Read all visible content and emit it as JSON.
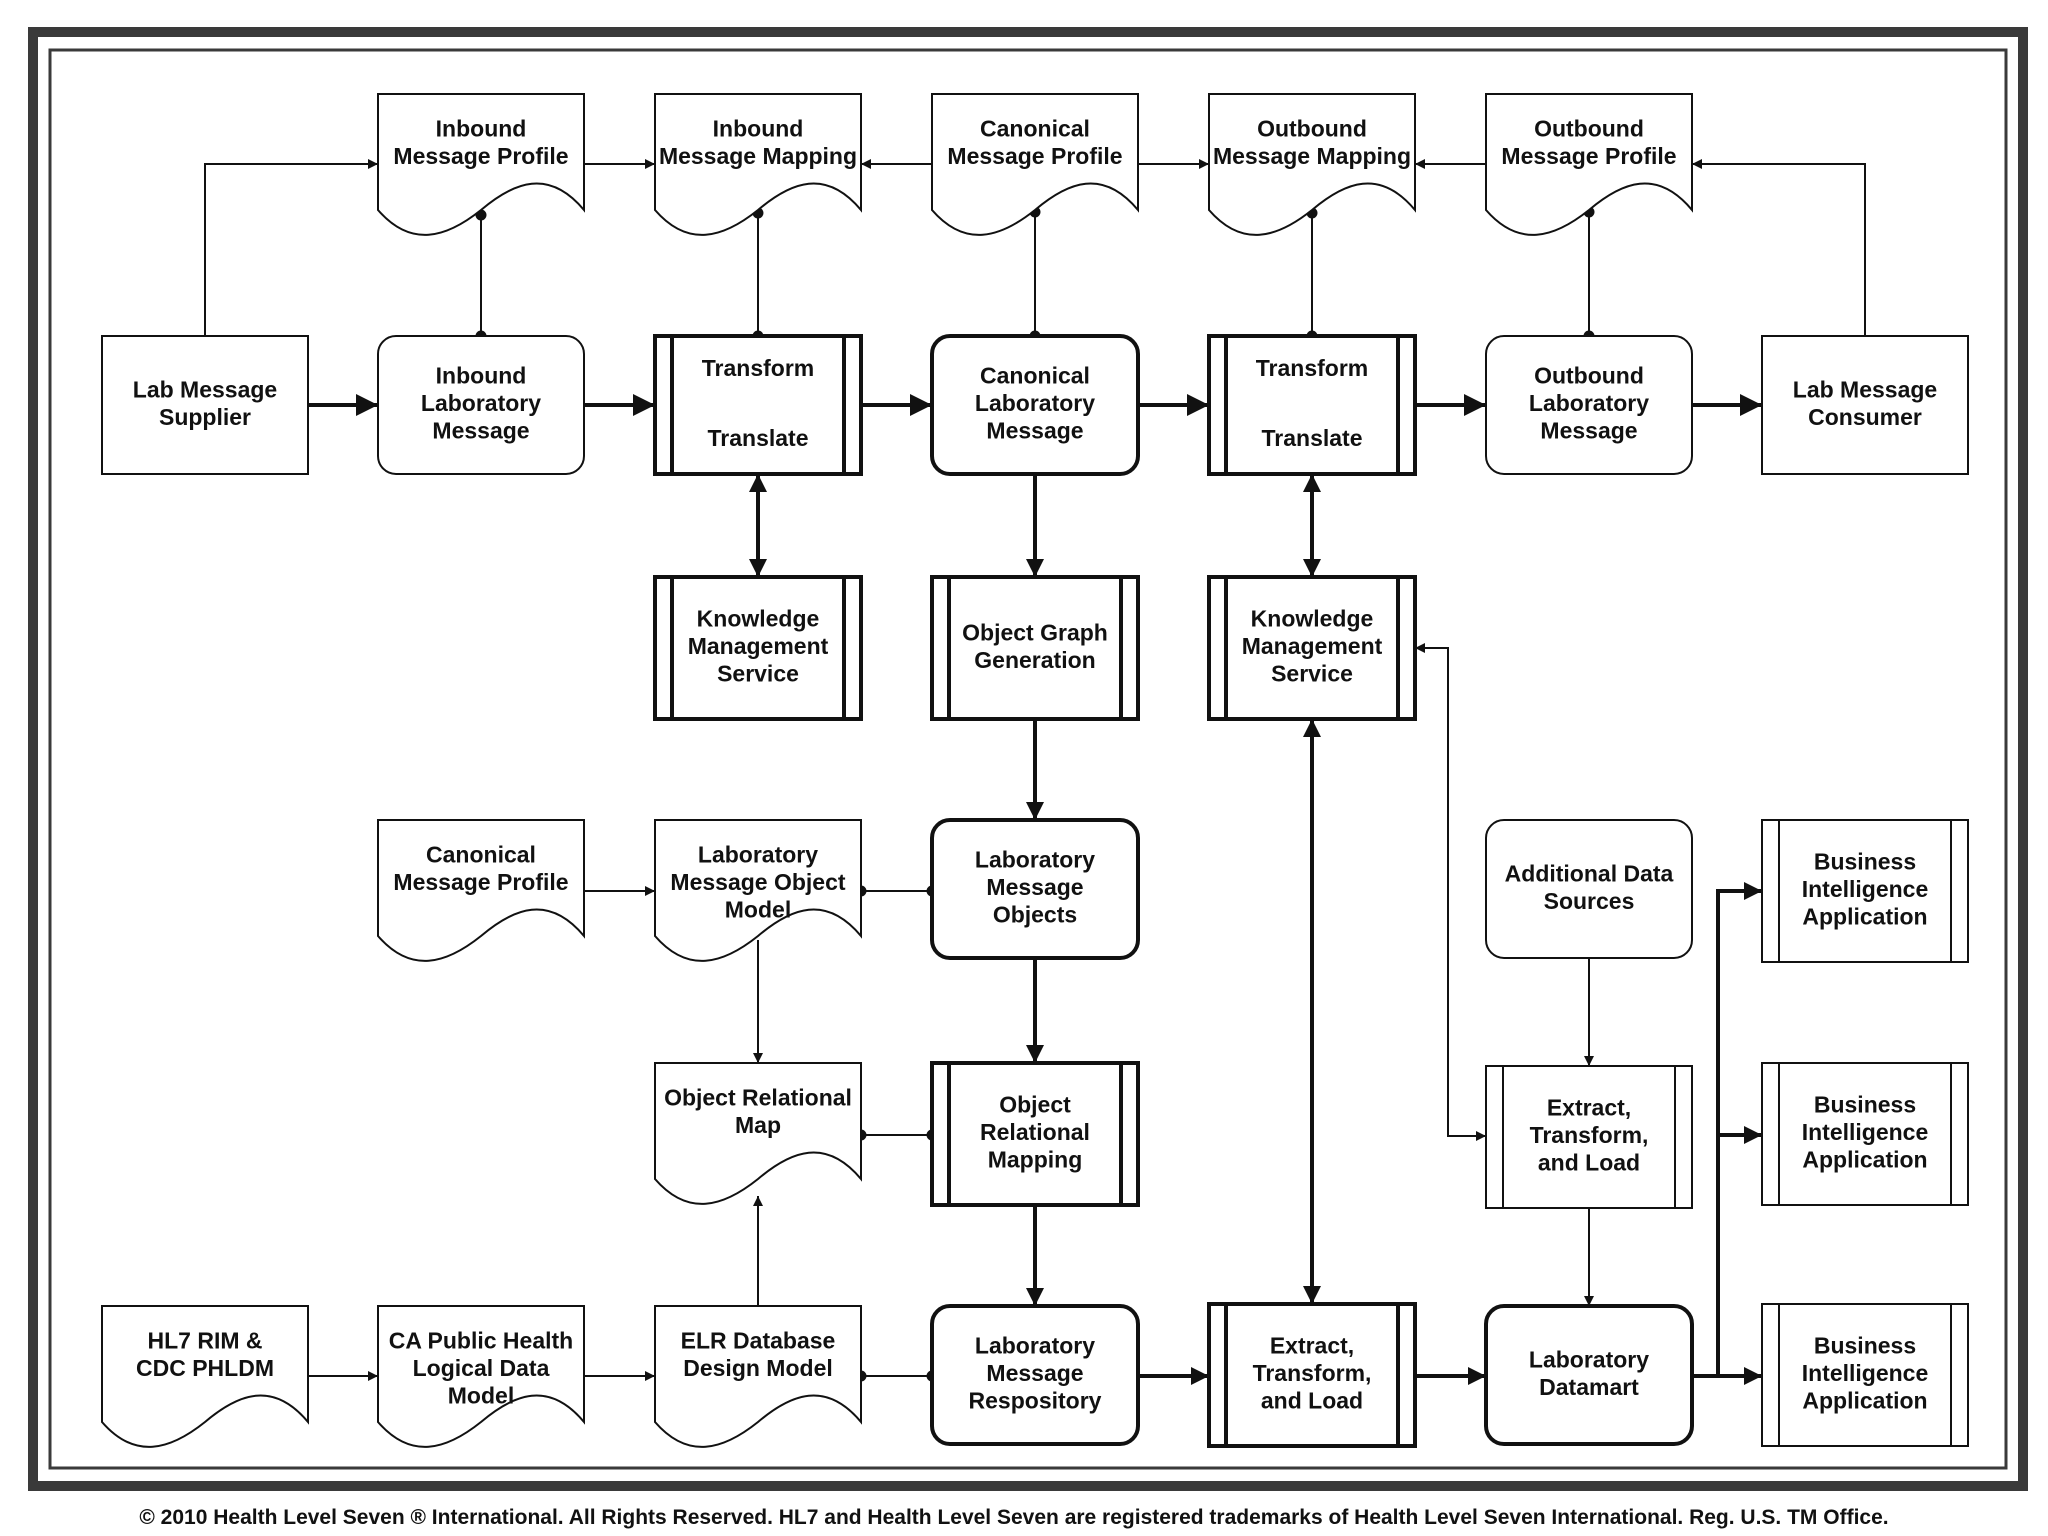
{
  "nodes": {
    "lab_supplier": "Lab Message\nSupplier",
    "inbound_lab_msg": "Inbound\nLaboratory\nMessage",
    "transform_1": "Transform",
    "translate_1": "Translate",
    "canonical_lab_msg": "Canonical\nLaboratory\nMessage",
    "transform_2": "Transform",
    "translate_2": "Translate",
    "outbound_lab_msg": "Outbound\nLaboratory\nMessage",
    "lab_consumer": "Lab Message\nConsumer",
    "inbound_profile": "Inbound\nMessage Profile",
    "inbound_mapping": "Inbound\nMessage Mapping",
    "canonical_profile_top": "Canonical\nMessage Profile",
    "outbound_mapping": "Outbound\nMessage Mapping",
    "outbound_profile": "Outbound\nMessage Profile",
    "kms_1": "Knowledge\nManagement\nService",
    "object_graph": "Object Graph\nGeneration",
    "kms_2": "Knowledge\nManagement\nService",
    "canonical_profile_mid": "Canonical\nMessage Profile",
    "lab_msg_object_model": "Laboratory\nMessage Object\nModel",
    "lab_msg_objects": "Laboratory\nMessage\nObjects",
    "additional_sources": "Additional Data\nSources",
    "bi_1": "Business\nIntelligence\nApplication",
    "object_relational_map": "Object Relational\nMap",
    "orm": "Object\nRelational\nMapping",
    "etl_right": "Extract,\nTransform,\nand Load",
    "bi_2": "Business\nIntelligence\nApplication",
    "hl7_rim": "HL7 RIM &\nCDC PHLDM",
    "ca_public_health": "CA Public Health\nLogical Data\nModel",
    "elr_db": "ELR Database\nDesign Model",
    "lab_repository": "Laboratory\nMessage\nRespository",
    "etl_bottom": "Extract,\nTransform,\nand Load",
    "lab_datamart": "Laboratory\nDatamart",
    "bi_3": "Business\nIntelligence\nApplication"
  },
  "footer": {
    "copyright": "© 2010 Health Level Seven ® International. All Rights Reserved. HL7 and Health Level Seven are registered trademarks of Health Level Seven International. Reg. U.S. TM Office."
  }
}
